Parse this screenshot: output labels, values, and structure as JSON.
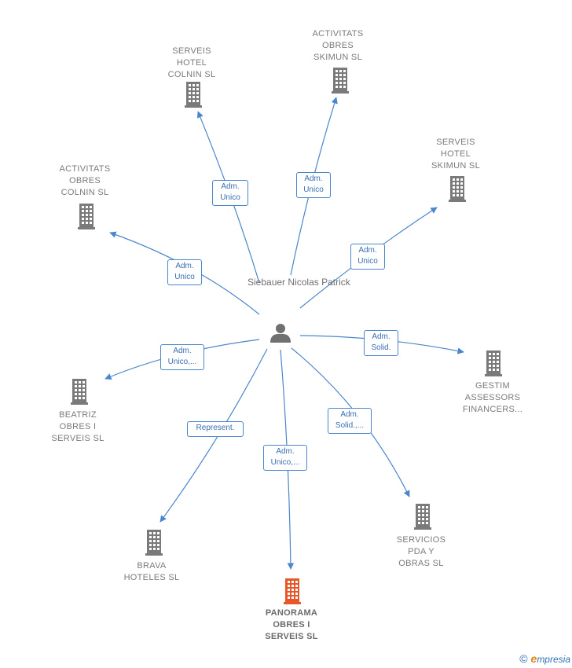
{
  "colors": {
    "line": "#4a86cc",
    "building": "#7a7a7a",
    "building_highlight": "#e8572a",
    "person": "#707070"
  },
  "center": {
    "name_lines": [
      "Siebauer",
      "Nicolas",
      "Patrick"
    ],
    "icon": "person-icon"
  },
  "companies": [
    {
      "id": "serveis-hotel-colnin",
      "name_lines": [
        "SERVEIS",
        "HOTEL",
        "COLNIN  SL"
      ],
      "relation_lines": [
        "Adm.",
        "Unico"
      ],
      "highlight": false
    },
    {
      "id": "activitats-obres-skimun",
      "name_lines": [
        "ACTIVITATS",
        "OBRES",
        "SKIMUN  SL"
      ],
      "relation_lines": [
        "Adm.",
        "Unico"
      ],
      "highlight": false
    },
    {
      "id": "serveis-hotel-skimun",
      "name_lines": [
        "SERVEIS",
        "HOTEL",
        "SKIMUN  SL"
      ],
      "relation_lines": [
        "Adm.",
        "Unico"
      ],
      "highlight": false
    },
    {
      "id": "activitats-obres-colnin",
      "name_lines": [
        "ACTIVITATS",
        "OBRES",
        "COLNIN  SL"
      ],
      "relation_lines": [
        "Adm.",
        "Unico"
      ],
      "highlight": false
    },
    {
      "id": "gestim-assessors",
      "name_lines": [
        "GESTIM",
        "ASSESSORS",
        "FINANCERS..."
      ],
      "relation_lines": [
        "Adm.",
        "Solid."
      ],
      "highlight": false
    },
    {
      "id": "beatriz-obres",
      "name_lines": [
        "BEATRIZ",
        "OBRES I",
        "SERVEIS  SL"
      ],
      "relation_lines": [
        "Adm.",
        "Unico,..."
      ],
      "highlight": false
    },
    {
      "id": "brava-hoteles",
      "name_lines": [
        "BRAVA",
        "HOTELES  SL"
      ],
      "relation_lines": [
        "Represent."
      ],
      "highlight": false
    },
    {
      "id": "panorama-obres",
      "name_lines": [
        "PANORAMA",
        "OBRES I",
        "SERVEIS  SL"
      ],
      "relation_lines": [
        "Adm.",
        "Unico,..."
      ],
      "highlight": true
    },
    {
      "id": "servicios-pda",
      "name_lines": [
        "SERVICIOS",
        "PDA Y",
        "OBRAS  SL"
      ],
      "relation_lines": [
        "Adm.",
        "Solid.,..."
      ],
      "highlight": false
    }
  ],
  "footer": {
    "copyright_symbol": "©",
    "brand_initial": "e",
    "brand_rest": "mpresia"
  }
}
